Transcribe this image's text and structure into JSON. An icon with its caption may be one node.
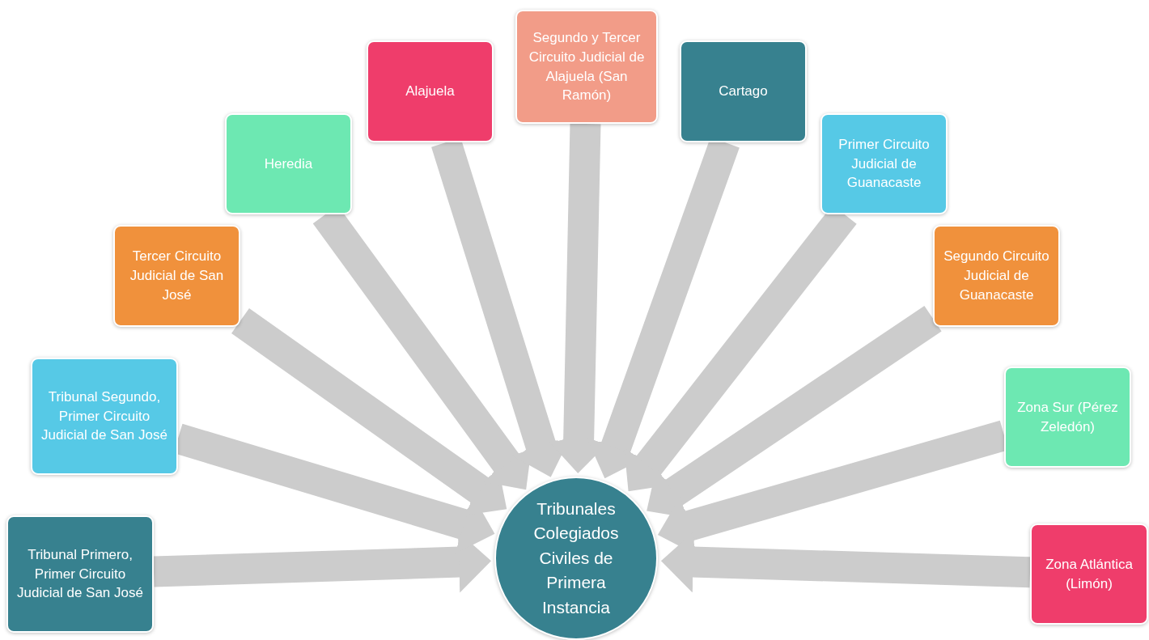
{
  "diagram": {
    "nodes": [
      {
        "text": [
          "Tribunales Colegiados Civiles de Primera Instancia"
        ]
      },
      {
        "text": [
          "Tribunal Primero, Primer Circuito Judicial de San José"
        ]
      },
      {
        "text": [
          "Tribunal Segundo, Primer Circuito Judicial de San José"
        ]
      },
      {
        "text": [
          "Tercer Circuito Judicial de San José"
        ]
      },
      {
        "text": [
          "Heredia"
        ]
      },
      {
        "text": [
          "Alajuela"
        ]
      },
      {
        "text": [
          "Segundo y Tercer Circuito Judicial de Alajuela (San Ramón)"
        ]
      },
      {
        "text": [
          "Cartago"
        ]
      },
      {
        "text": [
          "Primer Circuito Judicial de Guanacaste"
        ]
      },
      {
        "text": [
          "Segundo Circuito Judicial de Guanacaste"
        ]
      },
      {
        "text": [
          "Zona Sur (Pérez Zeledón)"
        ]
      },
      {
        "text": [
          "Zona Atlántica (Limón)"
        ]
      }
    ],
    "edges": [
      {
        "from": 1,
        "to": 0,
        "arrow": "to"
      },
      {
        "from": 2,
        "to": 0,
        "arrow": "to"
      },
      {
        "from": 3,
        "to": 0,
        "arrow": "to"
      },
      {
        "from": 4,
        "to": 0,
        "arrow": "to"
      },
      {
        "from": 5,
        "to": 0,
        "arrow": "to"
      },
      {
        "from": 6,
        "to": 0,
        "arrow": "to"
      },
      {
        "from": 7,
        "to": 0,
        "arrow": "to"
      },
      {
        "from": 8,
        "to": 0,
        "arrow": "to"
      },
      {
        "from": 9,
        "to": 0,
        "arrow": "to"
      },
      {
        "from": 10,
        "to": 0,
        "arrow": "to"
      },
      {
        "from": 11,
        "to": 0,
        "arrow": "to"
      }
    ]
  }
}
